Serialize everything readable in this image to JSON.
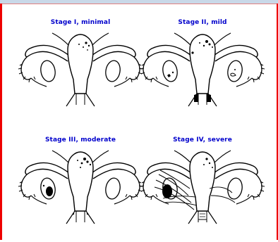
{
  "stages": [
    {
      "title": "Stage I, minimal"
    },
    {
      "title": "Stage II, mild"
    },
    {
      "title": "Stage III, moderate"
    },
    {
      "title": "Stage IV, severe"
    }
  ]
}
